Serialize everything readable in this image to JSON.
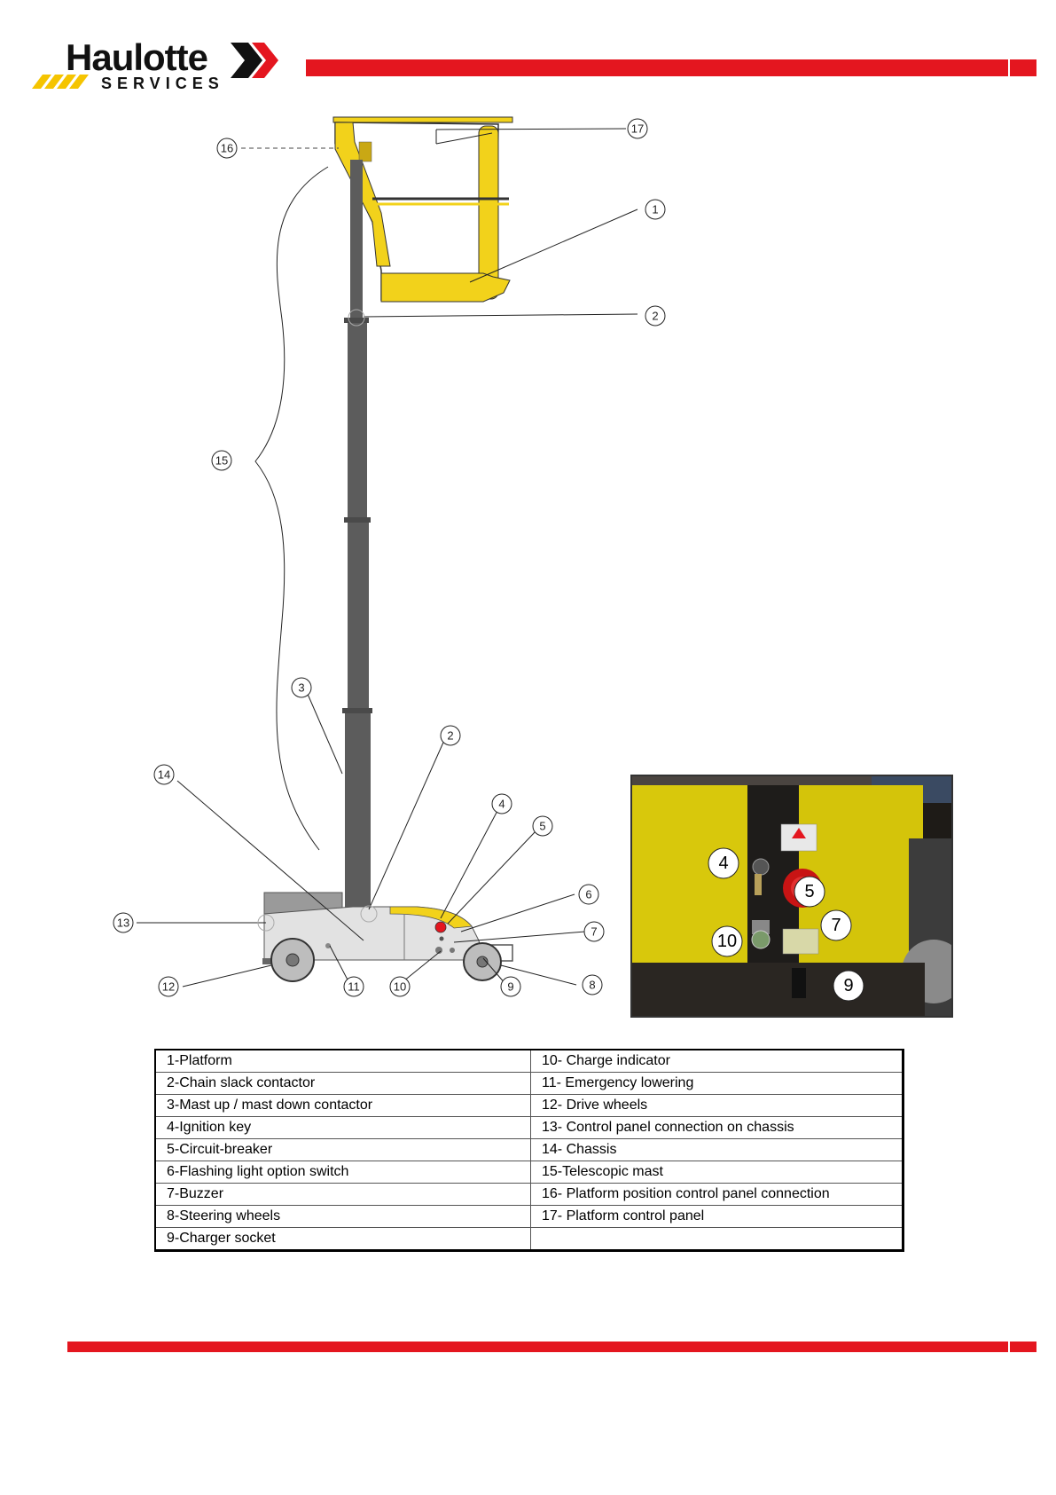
{
  "header": {
    "logo_brand": "Haulotte",
    "logo_sub": "SERVICES",
    "accent_color": "#e4161f"
  },
  "diagram": {
    "callouts": [
      "1",
      "2",
      "2",
      "3",
      "4",
      "5",
      "6",
      "7",
      "8",
      "9",
      "10",
      "11",
      "12",
      "13",
      "14",
      "15",
      "16",
      "17"
    ]
  },
  "photo": {
    "callouts": [
      "4",
      "5",
      "7",
      "9",
      "10"
    ]
  },
  "legend": {
    "rows": [
      [
        "1-Platform",
        "10- Charge indicator"
      ],
      [
        "2-Chain slack contactor",
        "11- Emergency lowering"
      ],
      [
        "3-Mast up / mast down contactor",
        "12- Drive wheels"
      ],
      [
        "4-Ignition key",
        "13- Control panel connection on chassis"
      ],
      [
        "5-Circuit-breaker",
        "14- Chassis"
      ],
      [
        "6-Flashing light option switch",
        "15-Telescopic mast"
      ],
      [
        "7-Buzzer",
        "16- Platform position control panel connection"
      ],
      [
        "8-Steering wheels",
        "17- Platform control panel"
      ],
      [
        "9-Charger socket",
        ""
      ]
    ]
  }
}
